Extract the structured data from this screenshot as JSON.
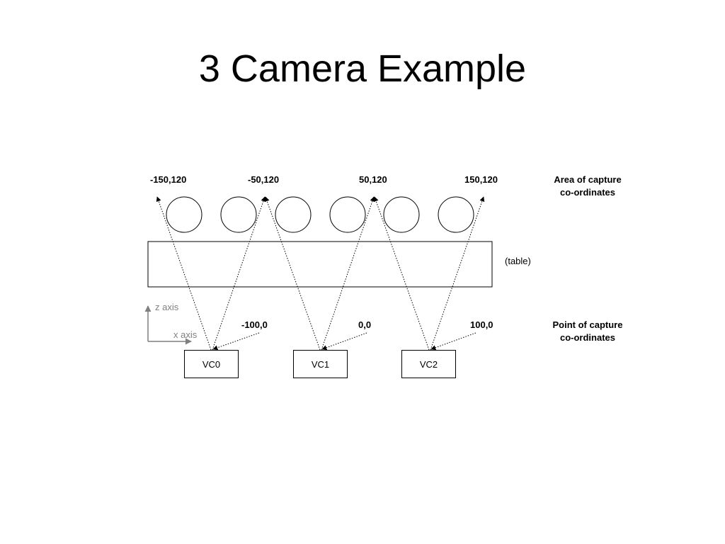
{
  "title": "3 Camera Example",
  "area_coords": [
    "-150,120",
    "-50,120",
    "50,120",
    "150,120"
  ],
  "area_caption": [
    "Area of capture",
    "co-ordinates"
  ],
  "point_coords": [
    "-100,0",
    "0,0",
    "100,0"
  ],
  "point_caption": [
    "Point of capture",
    "co-ordinates"
  ],
  "table_label": "(table)",
  "axis_labels": {
    "z": "z axis",
    "x": "x axis"
  },
  "cameras": [
    "VC0",
    "VC1",
    "VC2"
  ],
  "colors": {
    "lines": "#000000",
    "axis": "#7f7f7f"
  }
}
